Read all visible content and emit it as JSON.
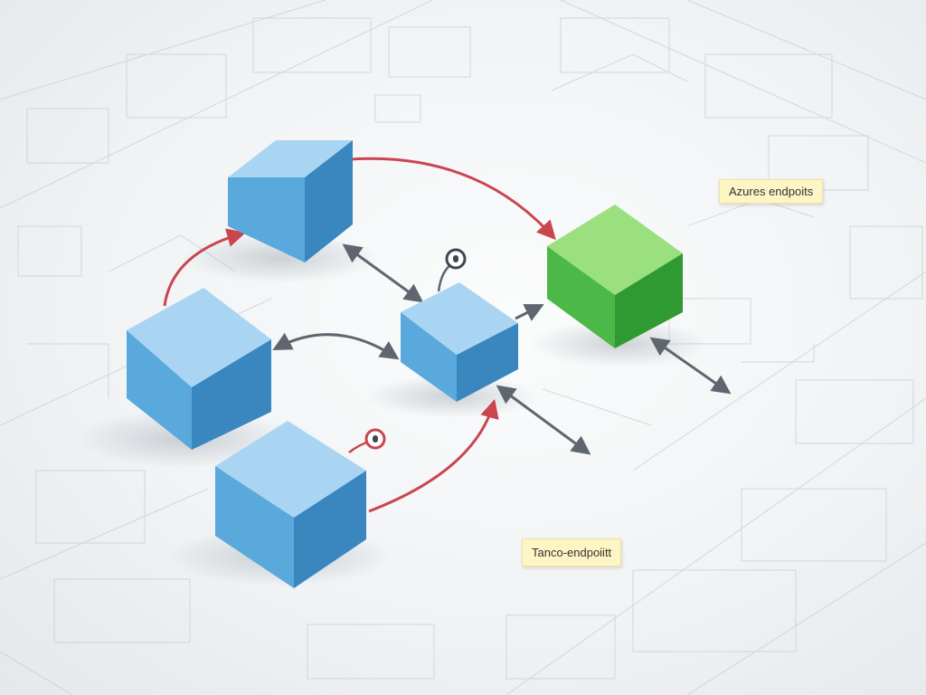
{
  "notes": {
    "azure_label": "Azures endpoits",
    "tango_label": "Tanco-endpoiitt"
  },
  "colors": {
    "node_blue": "#5aa9dc",
    "node_green": "#4cb848",
    "link_red": "#c9454f",
    "link_gray": "#5f6670",
    "marker_gray": "#3f4650"
  },
  "nodes": [
    {
      "id": "node-top-left",
      "color": "blue"
    },
    {
      "id": "node-mid-left",
      "color": "blue"
    },
    {
      "id": "node-bottom-left",
      "color": "blue"
    },
    {
      "id": "node-center",
      "color": "blue"
    },
    {
      "id": "node-endpoint",
      "color": "green"
    }
  ]
}
